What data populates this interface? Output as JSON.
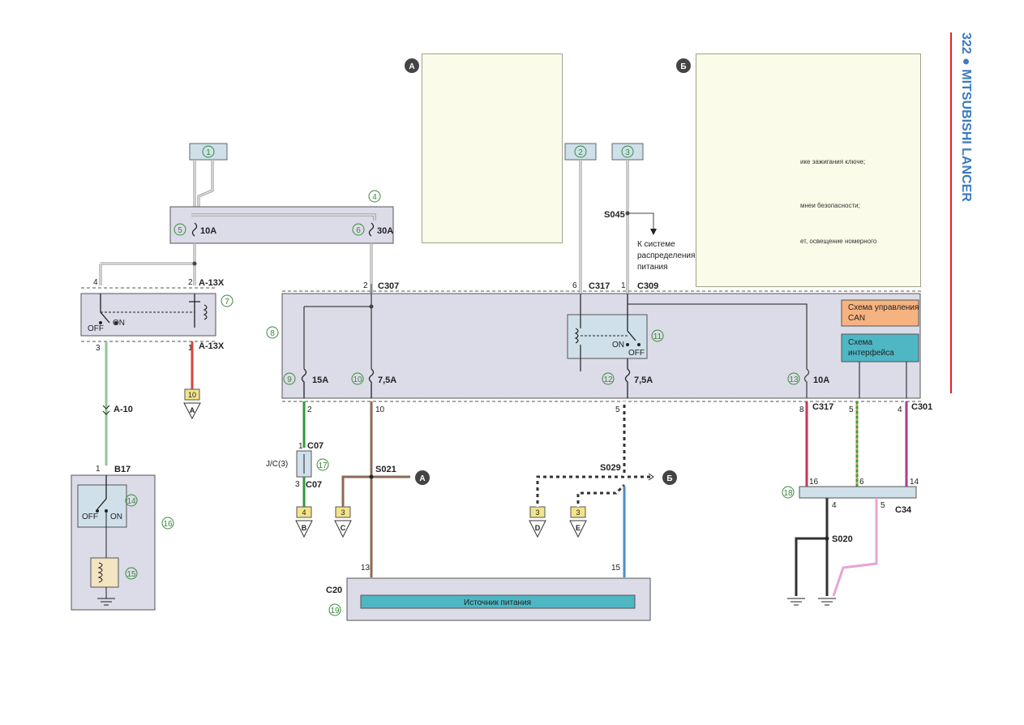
{
  "page": {
    "number": "322",
    "brand": "MITSUBISHI LANCER"
  },
  "callouts": {
    "c1": "1",
    "c2": "2",
    "c3": "3",
    "c4": "4",
    "c5": "5",
    "c6": "6",
    "c7": "7",
    "c8": "8",
    "c9": "9",
    "c10": "10",
    "c11": "11",
    "c12": "12",
    "c13": "13",
    "c14": "14",
    "c15": "15",
    "c16": "16",
    "c17": "17",
    "c18": "18",
    "c19": "19"
  },
  "fuses": {
    "f5": "10A",
    "f6": "30A",
    "f9": "15A",
    "f10": "7,5A",
    "f12": "7,5A",
    "f13": "10A"
  },
  "connectors": {
    "a13x_top": "A-13X",
    "a13x_bot": "A-13X",
    "a10": "A-10",
    "b17": "B17",
    "c307": "C307",
    "c317_top": "C317",
    "c309": "C309",
    "c317_bot": "C317",
    "c301": "C301",
    "c07_top": "C07",
    "c07_bot": "C07",
    "jc": "J/C(3)",
    "c20": "C20",
    "c34": "C34",
    "s045": "S045",
    "s021": "S021",
    "s029": "S029",
    "s020": "S020"
  },
  "pins": {
    "p4": "4",
    "p2a": "2",
    "p3": "3",
    "p1a": "1",
    "p1b": "1",
    "p2b": "2",
    "p6": "6",
    "p1c": "1",
    "p2c": "2",
    "p10": "10",
    "p5": "5",
    "p8": "8",
    "p5b": "5",
    "p4b": "4",
    "p1d": "1",
    "p3b": "3",
    "p13": "13",
    "p15": "15",
    "p16": "16",
    "p6b": "6",
    "p14": "14",
    "p4c": "4",
    "p5c": "5",
    "b_left": "Б",
    "b_right": "Б"
  },
  "switch_labels": {
    "off1": "OFF",
    "on1": "ON",
    "off2": "OFF",
    "on2": "ON",
    "off3": "OFF",
    "on3": "ON"
  },
  "grounds": {
    "g_a_num": "10",
    "g_a": "A",
    "g_b_num": "4",
    "g_b": "B",
    "g_c_num": "3",
    "g_c": "C",
    "g_d_num": "3",
    "g_d": "D",
    "g_e_num": "3",
    "g_e": "E"
  },
  "refs": {
    "ref_a": "A",
    "ref_b": "Б",
    "note_a": "А",
    "note_b": "Б"
  },
  "labels": {
    "dist_1": "К системе",
    "dist_2": "распределения",
    "dist_3": "питания",
    "can_1": "Схема управления",
    "can_2": "CAN",
    "iface_1": "Схема",
    "iface_2": "интерфейса",
    "power": "Источник питания"
  },
  "note_b_lines": [
    "ике зажигания ключе;",
    "мнеи безопасности;",
    "ет, освещение номерного"
  ],
  "colors": {
    "wire_green": "#2f9a3a",
    "wire_red": "#d8453a",
    "wire_brown": "#8b6a55",
    "wire_blue": "#4b8fc4",
    "wire_magenta": "#b03a8a",
    "wire_crimson": "#c8355a",
    "wire_yellow_green": "#b8a84a",
    "ecu_fill": "#d9d8e8",
    "can_fill": "#f6b380",
    "iface_fill": "#4fb6c4",
    "accent": "#3b7ac0"
  }
}
